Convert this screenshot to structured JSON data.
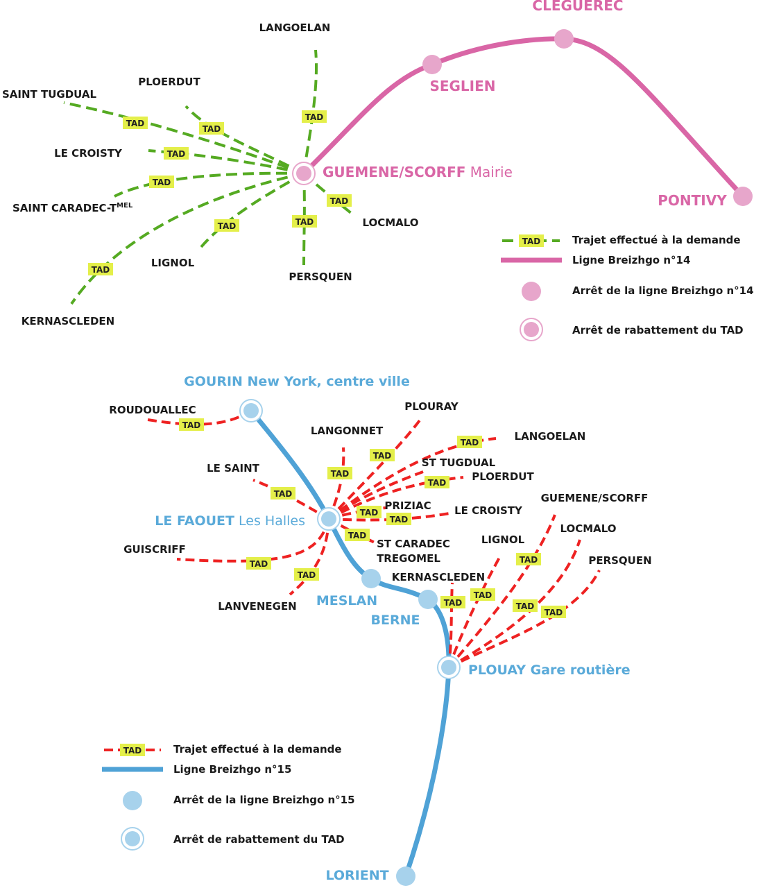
{
  "tad_label": "TAD",
  "colors": {
    "line14": "#d966a6",
    "stop14": "#e7a6cb",
    "line15": "#4fa2d6",
    "stop15": "#a7d2ec",
    "tad_green": "#55aa22",
    "tad_red": "#ee2222",
    "tad_badge": "#e4ef4a"
  },
  "map14": {
    "hub_bold": "GUEMENE/SCORFF",
    "hub_regular": "Mairie",
    "stops": [
      "CLEGUEREC",
      "SEGLIEN",
      "PONTIVY"
    ],
    "tad_places": {
      "langoelan": "LANGOELAN",
      "ploerdut": "PLOERDUT",
      "saint_tugdual": "SAINT TUGDUAL",
      "le_croisty": "LE CROISTY",
      "saint_caradec": "SAINT CARADEC-T",
      "saint_caradec_sup": "MEL",
      "lignol": "LIGNOL",
      "kernascleden": "KERNASCLEDEN",
      "persquen": "PERSQUEN",
      "locmalo": "LOCMALO"
    },
    "legend": {
      "tad": "Trajet effectué à la demande",
      "line": "Ligne Breizhgo n°14",
      "stop": "Arrêt de la ligne Breizhgo n°14",
      "feeder": "Arrêt de rabattement du TAD"
    }
  },
  "map15": {
    "gourin": "GOURIN New York, centre ville",
    "le_faouet_bold": "LE FAOUET",
    "le_faouet_regular": "Les Halles",
    "meslan": "MESLAN",
    "berne": "BERNE",
    "plouay": "PLOUAY Gare routière",
    "lorient": "LORIENT",
    "tad_places": {
      "roudouallec": "ROUDOUALLEC",
      "plouray": "PLOURAY",
      "langonnet": "LANGONNET",
      "langoelan": "LANGOELAN",
      "st_tugdual": "ST TUGDUAL",
      "ploerdut": "PLOERDUT",
      "le_saint": "LE SAINT",
      "priziac": "PRIZIAC",
      "le_croisty": "LE CROISTY",
      "st_caradec": "ST CARADEC",
      "tregomel": "TREGOMEL",
      "guiscriff": "GUISCRIFF",
      "lanvenegen": "LANVENEGEN",
      "kernascleden": "KERNASCLEDEN",
      "lignol": "LIGNOL",
      "guemene": "GUEMENE/SCORFF",
      "locmalo": "LOCMALO",
      "persquen": "PERSQUEN"
    },
    "legend": {
      "tad": "Trajet effectué à la demande",
      "line": "Ligne Breizhgo n°15",
      "stop": "Arrêt de la ligne Breizhgo n°15",
      "feeder": "Arrêt de rabattement du TAD"
    }
  }
}
